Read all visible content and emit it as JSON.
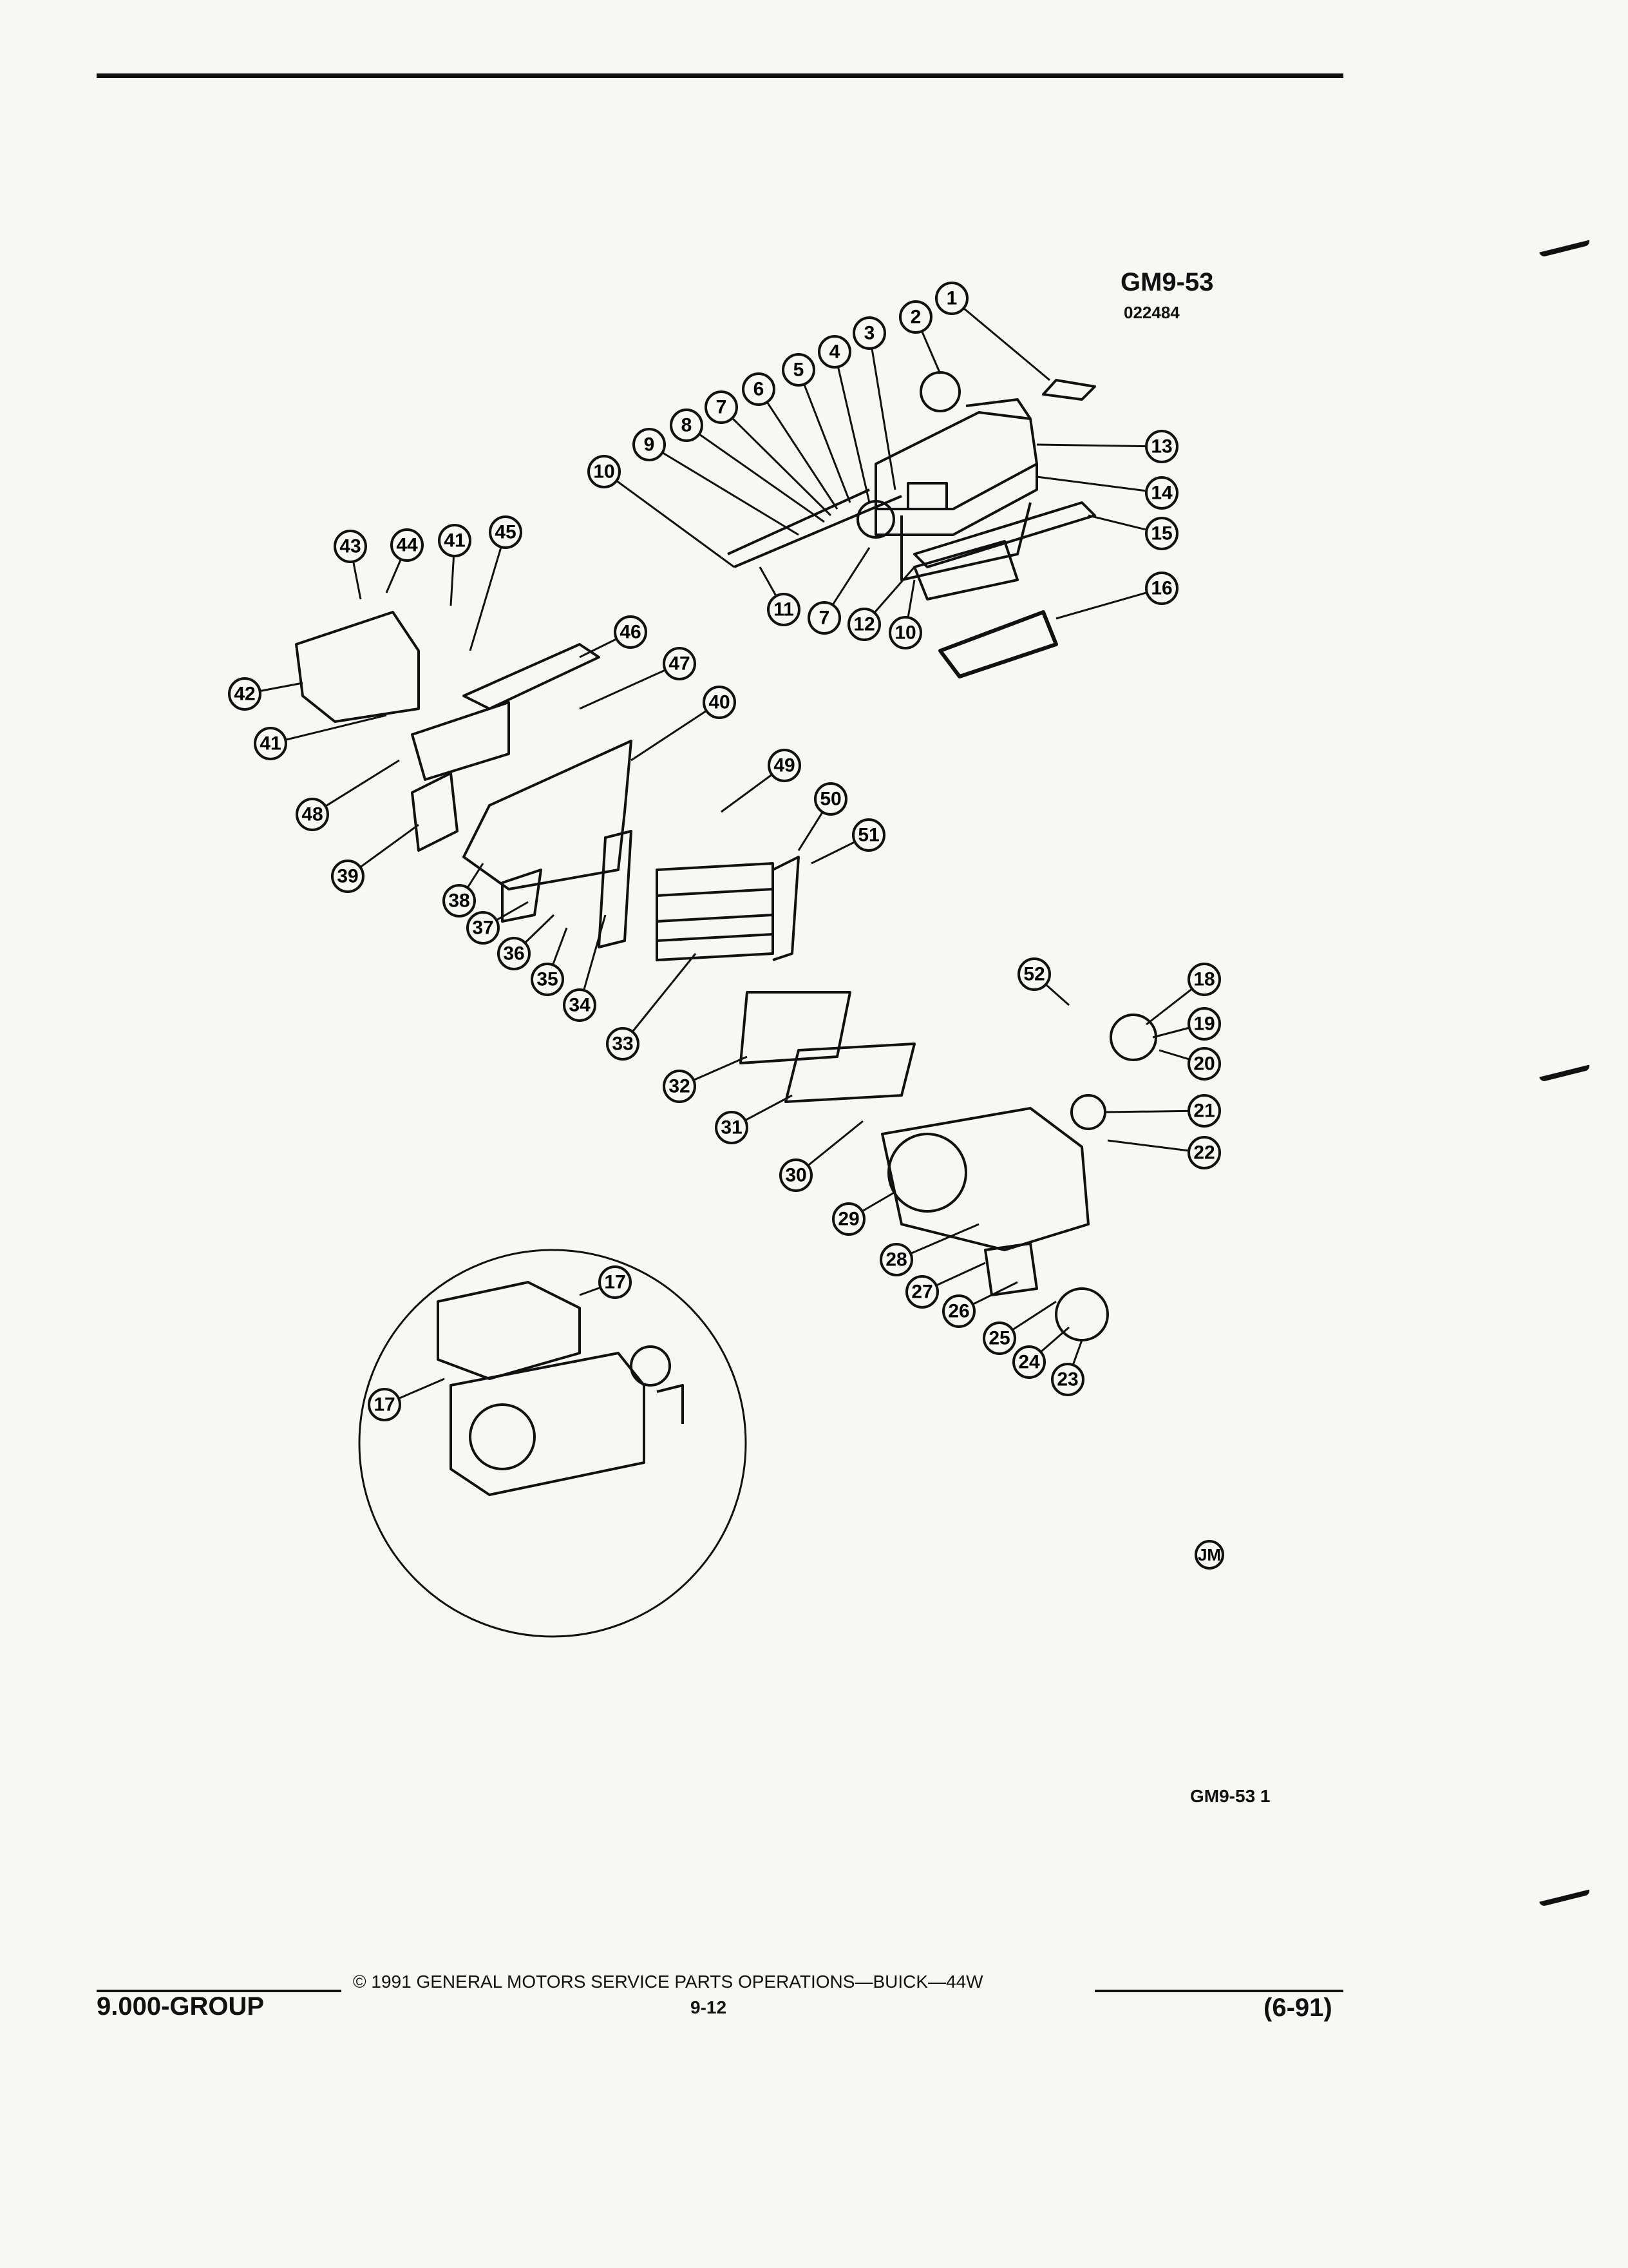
{
  "figure": {
    "code": "GM9-53",
    "sub_code": "022484",
    "caption": "GM9-53  1",
    "inset_badge": "JM",
    "callouts": [
      "1",
      "2",
      "3",
      "4",
      "5",
      "6",
      "7",
      "8",
      "9",
      "10",
      "11",
      "7",
      "12",
      "10",
      "13",
      "14",
      "15",
      "16",
      "43",
      "44",
      "41",
      "45",
      "42",
      "46",
      "41",
      "47",
      "40",
      "48",
      "39",
      "49",
      "38",
      "37",
      "50",
      "51",
      "36",
      "35",
      "34",
      "33",
      "52",
      "18",
      "19",
      "20",
      "21",
      "22",
      "32",
      "31",
      "30",
      "29",
      "28",
      "27",
      "26",
      "25",
      "24",
      "23",
      "17",
      "17"
    ]
  },
  "footer": {
    "group": "9.000-GROUP",
    "copyright": "©  1991  GENERAL MOTORS SERVICE PARTS OPERATIONS—BUICK—44W",
    "page": "9-12",
    "date": "(6-91)"
  }
}
